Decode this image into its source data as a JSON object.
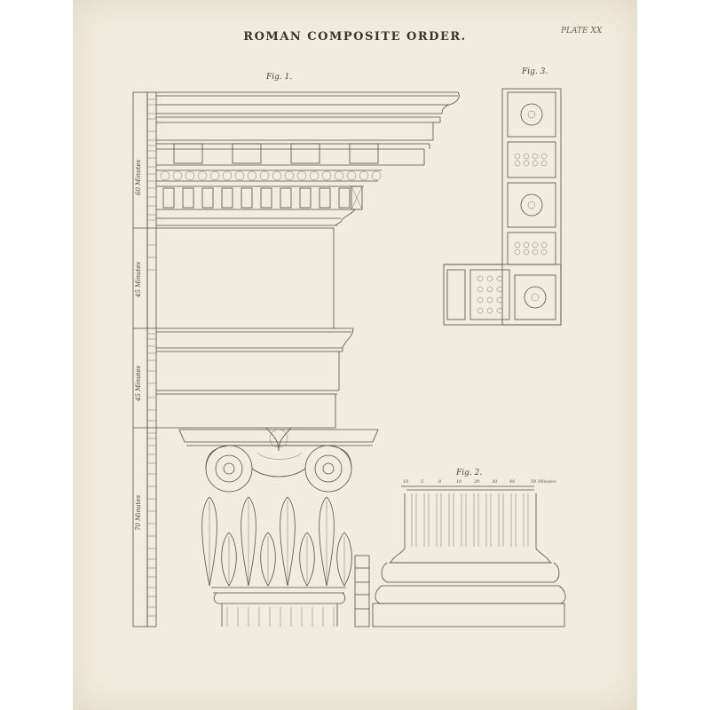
{
  "title": "ROMAN COMPOSITE ORDER.",
  "plate": "PLATE XX",
  "fig1": "Fig. 1.",
  "fig2": "Fig. 2.",
  "fig3": "Fig. 3.",
  "sections": {
    "cornice": "60 Minutes",
    "frieze": "45 Minutes",
    "architrave": "45 Minutes",
    "capital": "70 Minutes"
  },
  "scale": {
    "ticks": [
      "10",
      "5",
      "0",
      "10",
      "20",
      "30",
      "40"
    ],
    "unit": "50 Minutes"
  },
  "colors": {
    "paper": "#f1ecdf",
    "ink": "#55503f"
  }
}
